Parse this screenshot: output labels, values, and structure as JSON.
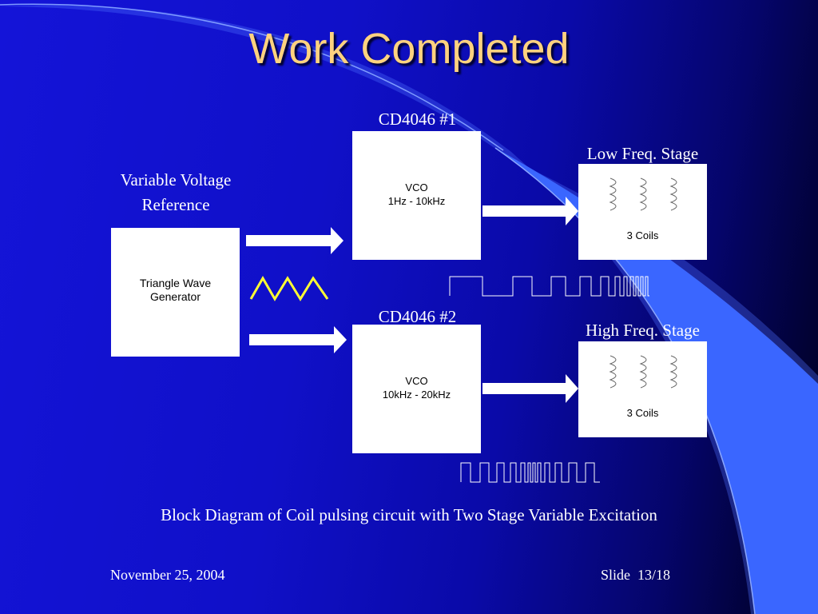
{
  "slide": {
    "title": "Work Completed",
    "caption": "Block Diagram of Coil pulsing circuit with Two Stage Variable Excitation",
    "footer": {
      "date": "November 25, 2004",
      "slide_label": "Slide  13/18"
    }
  },
  "diagram": {
    "vvr_label_line1": "Variable Voltage",
    "vvr_label_line2": "Reference",
    "triangle_gen_line1": "Triangle Wave",
    "triangle_gen_line2": "Generator",
    "chip1_label": "CD4046 #1",
    "chip2_label": "CD4046 #2",
    "vco1_line1": "VCO",
    "vco1_line2": "1Hz - 10kHz",
    "vco2_line1": "VCO",
    "vco2_line2": "10kHz - 20kHz",
    "low_stage_label": "Low Freq. Stage",
    "high_stage_label": "High Freq. Stage",
    "low_coils_label": "3 Coils",
    "high_coils_label": "3 Coils"
  },
  "colors": {
    "title": "#ffd27f",
    "triangle_wave": "#ffff33",
    "square_wave": "#ffffff",
    "arrow": "#ffffff",
    "box": "#ffffff"
  }
}
